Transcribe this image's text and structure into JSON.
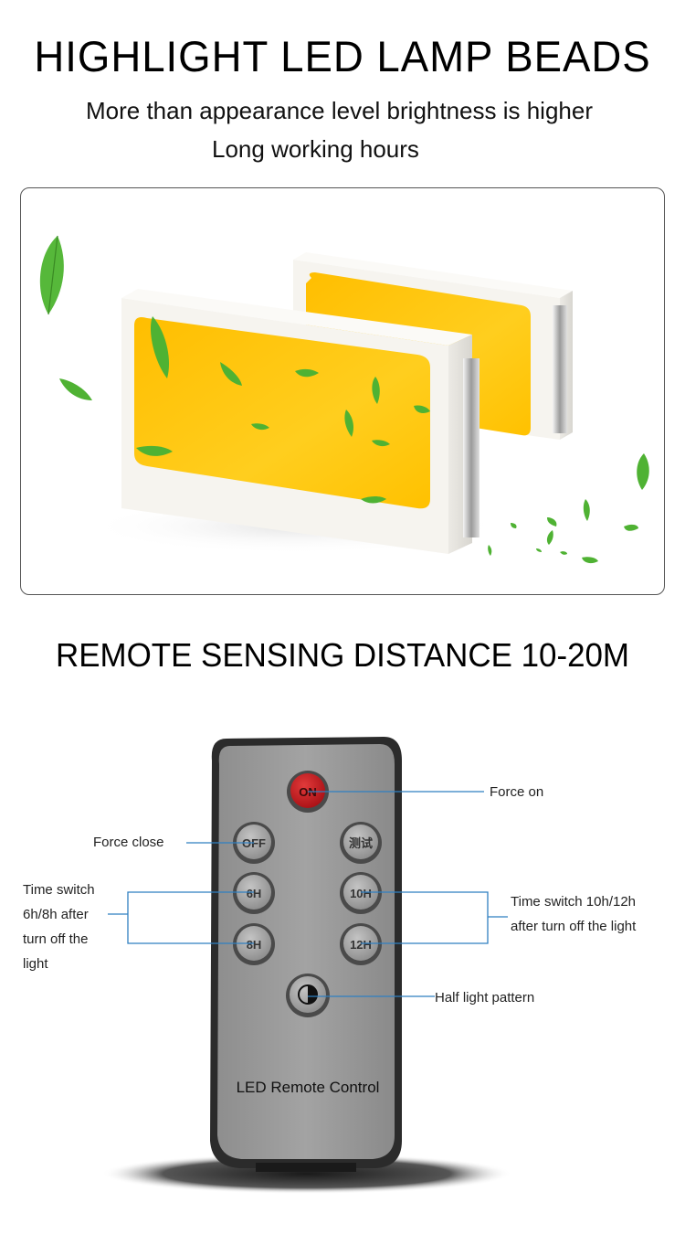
{
  "header": {
    "title": "HIGHLIGHT LED LAMP BEADS",
    "subtitle_line1": "More than appearance level brightness is higher",
    "subtitle_line2": "Long working hours"
  },
  "section2": {
    "title": "REMOTE SENSING DISTANCE 10-20M"
  },
  "remote": {
    "label": "LED Remote Control",
    "buttons": {
      "on": "ON",
      "off": "OFF",
      "test": "测试",
      "h6": "6H",
      "h8": "8H",
      "h10": "10H",
      "h12": "12H"
    }
  },
  "callouts": {
    "force_on": "Force on",
    "force_close": "Force close",
    "left_timer_line1": "Time switch",
    "left_timer_line2": "6h/8h after",
    "left_timer_line3": "turn off the",
    "left_timer_line4": "light",
    "right_timer_line1": "Time switch 10h/12h",
    "right_timer_line2": "after turn off the light",
    "half_light": "Half light pattern"
  },
  "colors": {
    "led_yellow": "#FFC800",
    "remote_gray": "#9B9B9B",
    "on_red": "#C8161D",
    "callout_blue": "#2F7FC1",
    "leaf_green": "#4FB233"
  }
}
